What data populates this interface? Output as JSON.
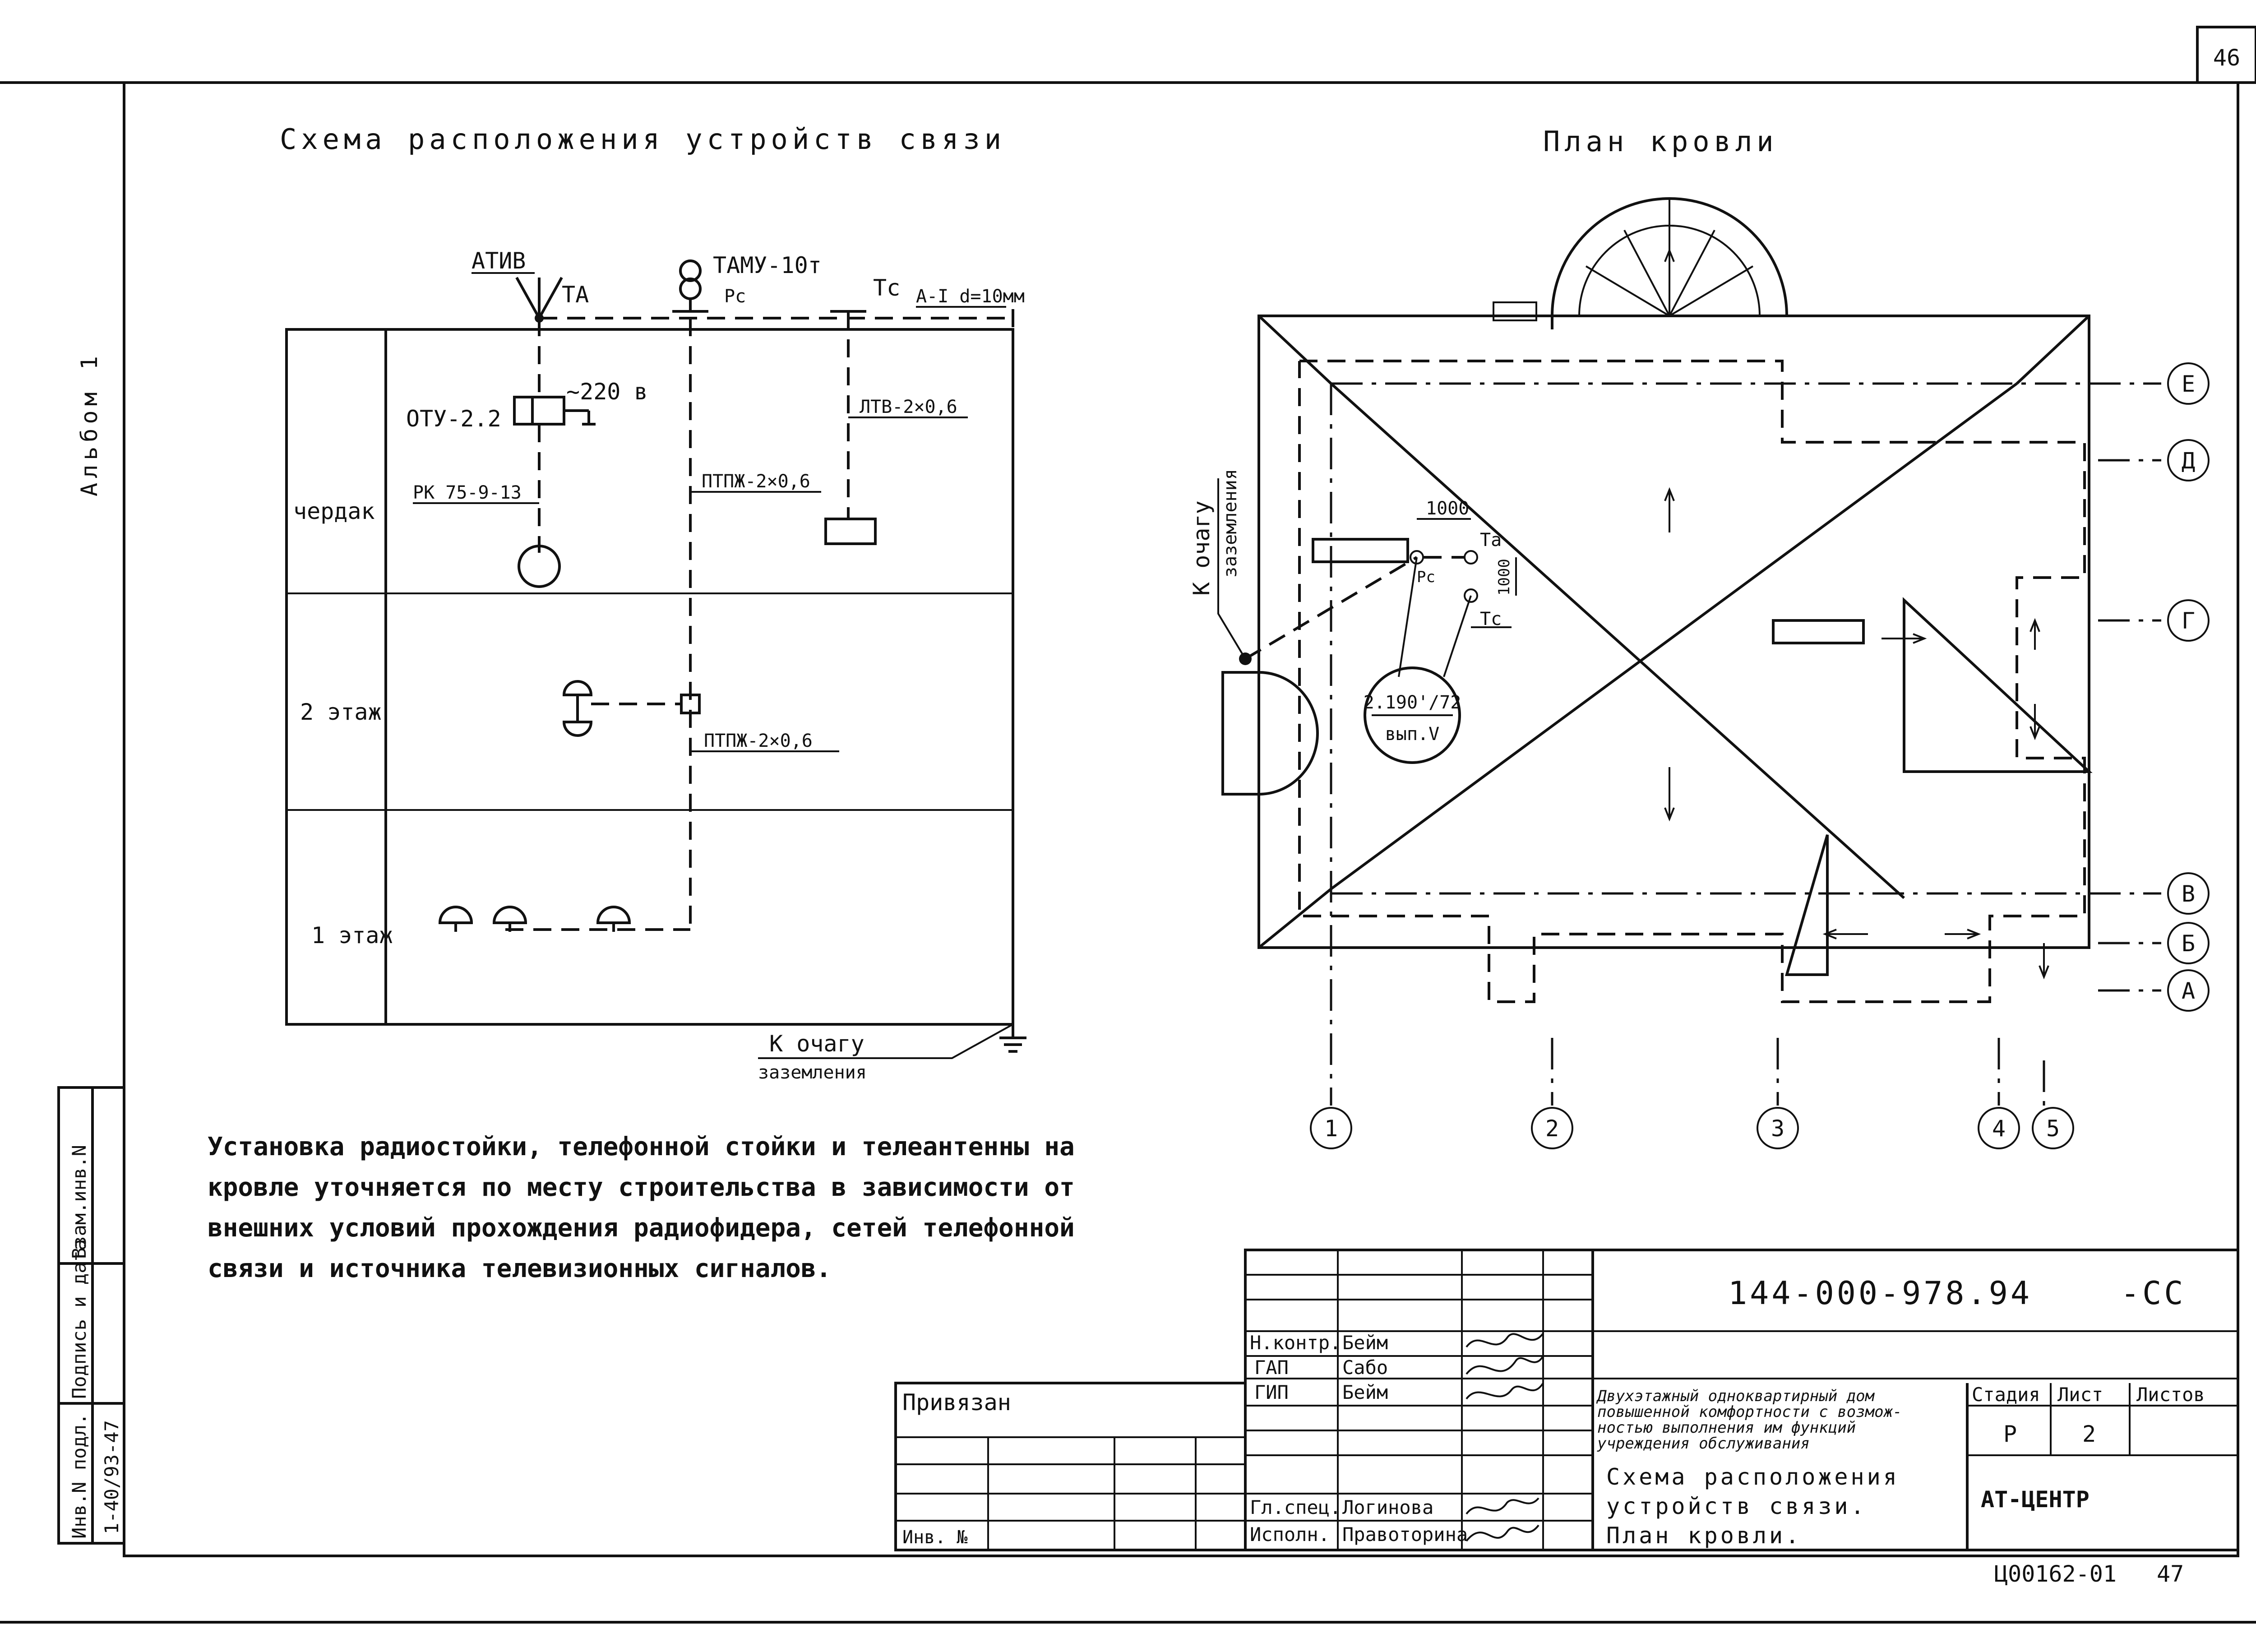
{
  "page": {
    "number": "46",
    "album_label": "Альбом 1",
    "stamp_number": "Ц00162-01",
    "stamp_page": "47"
  },
  "left_panel": {
    "title": "Схема расположения устройств связи",
    "labels": {
      "ativ": "АТИВ",
      "ta": "ТА",
      "tamu": "ТАМУ-10т",
      "pc": "Рс",
      "tc": "Тс",
      "ai": "А-I d=10мм",
      "otu": "ОТУ-2.2",
      "v220": "~220 в",
      "ltv": "ЛТВ-2×0,6",
      "rk": "РК 75-9-13",
      "ptpzh1": "ПТПЖ-2×0,6",
      "ptpzh2": "ПТПЖ-2×0,6",
      "ground1": "К очагу",
      "ground2": "заземления"
    },
    "floors": [
      "чердак",
      "2 этаж",
      "1 этаж"
    ]
  },
  "roof_plan": {
    "title": "План кровли",
    "ground_label_1": "К очагу",
    "ground_label_2": "заземления",
    "dim_1000_h": "1000",
    "dim_1000_v": "1000",
    "ta": "Та",
    "pc": "Рс",
    "tc": "Тс",
    "ref_top": "2.190'/72",
    "ref_bottom": "вып.V",
    "axes_letters": [
      "Е",
      "Д",
      "Г",
      "В",
      "Б",
      "А"
    ],
    "axes_numbers": [
      "1",
      "2",
      "3",
      "4",
      "5"
    ]
  },
  "note": [
    "Установка радиостойки, телефонной стойки и телеантенны на",
    "кровле уточняется по месту строительства в зависимости от",
    "внешних условий прохождения радиофидера, сетей телефонной",
    "связи и источника телевизионных сигналов."
  ],
  "side_stamp": {
    "col1_title": "Инв.N подл.",
    "col1_value": "1-40/93-47",
    "col2_title": "Подпись и дата",
    "col3_title": "Взам.инв.N"
  },
  "title_block": {
    "doc_code": "144-000-978.94",
    "doc_suffix": "-СС",
    "privyazan": "Привязан",
    "inv_no": "Инв. №",
    "roles": [
      {
        "role": "Н.контр.",
        "name": "Бейм"
      },
      {
        "role": "ГАП",
        "name": "Сабо"
      },
      {
        "role": "ГИП",
        "name": "Бейм"
      },
      {
        "role": "Гл.спец.",
        "name": "Логинова"
      },
      {
        "role": "Исполн.",
        "name": "Правоторина"
      }
    ],
    "project_desc": [
      "Двухэтажный одноквартирный дом",
      "повышенной комфортности с возмож-",
      "ностью выполнения им функций",
      "учреждения обслуживания"
    ],
    "sheet_title": [
      "Схема расположения",
      "устройств связи.",
      "План кровли."
    ],
    "stage_hdr": "Стадия",
    "sheet_hdr": "Лист",
    "sheets_hdr": "Листов",
    "stage": "Р",
    "sheet": "2",
    "company": "АТ-ЦЕНТР"
  }
}
